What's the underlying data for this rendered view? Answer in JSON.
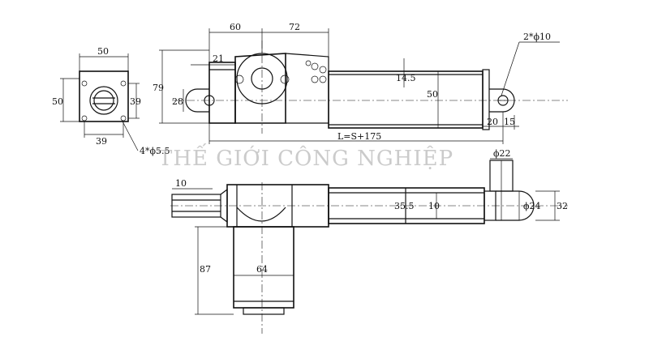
{
  "watermark": "THẾ GIỚI CÔNG NGHIỆP",
  "dimensions": {
    "end_width": "50",
    "end_height": "50",
    "end_inner_h": "39",
    "end_inner_w": "39",
    "mount_holes": "4*ϕ5.5",
    "side_left_width": "60",
    "side_right_width": "72",
    "side_height": "79",
    "side_offset": "21",
    "side_clevis": "28",
    "side_rod_h": "14.5",
    "side_tube_h": "50",
    "rear_hole": "2*ϕ10",
    "length_formula": "L=S+175",
    "end_20": "20",
    "end_15": "15",
    "top_rod_10": "10",
    "top_22": "ϕ22",
    "top_35": "35.5",
    "top_10": "10",
    "top_24": "ϕ24",
    "top_32": "32",
    "motor_height": "87",
    "motor_width": "64"
  },
  "colors": {
    "line": "#111111",
    "watermark": "#a0a0a0"
  }
}
